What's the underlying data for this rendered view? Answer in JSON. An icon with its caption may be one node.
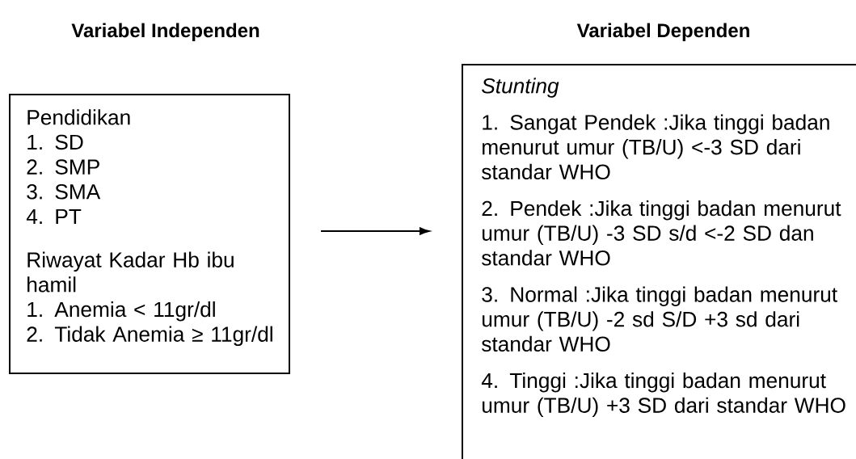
{
  "diagram": {
    "nodes": [
      {
        "text": [
          "Variabel Independen",
          "Pendidikan",
          "1. SD",
          "2. SMP",
          "3. SMA",
          "4. PT",
          "Riwayat Kadar Hb ibu hamil",
          "1. Anemia < 11gr/dl",
          "2. Tidak Anemia ≥ 11gr/dl"
        ]
      },
      {
        "text": [
          "Variabel Dependen",
          "Stunting",
          "1. Sangat Pendek :Jika tinggi badan menurut umur (TB/U) <-3 SD dari standar WHO",
          "2. Pendek :Jika tinggi badan menurut umur (TB/U) -3 SD s/d <-2 SD dan standar WHO",
          "3. Normal :Jika tinggi badan menurut umur (TB/U) -2 sd S/D +3 sd dari standar WHO",
          "4. Tinggi :Jika tinggi badan menurut umur (TB/U) +3 SD dari standar WHO"
        ]
      }
    ],
    "edges": [
      {
        "from": 0,
        "to": 1,
        "arrow": "to"
      }
    ]
  }
}
